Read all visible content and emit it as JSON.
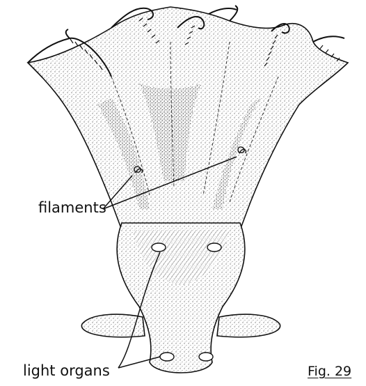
{
  "figure": {
    "subject": "octopus-like cephalopod, ventral view",
    "labels": {
      "filaments": "filaments",
      "light_organs": "light organs",
      "fig_number": "Fig. 29"
    }
  },
  "colors": {
    "ink": "#111111",
    "paper": "#ffffff",
    "stipple_light": "#9a9a9a",
    "stipple_dark": "#555555"
  }
}
